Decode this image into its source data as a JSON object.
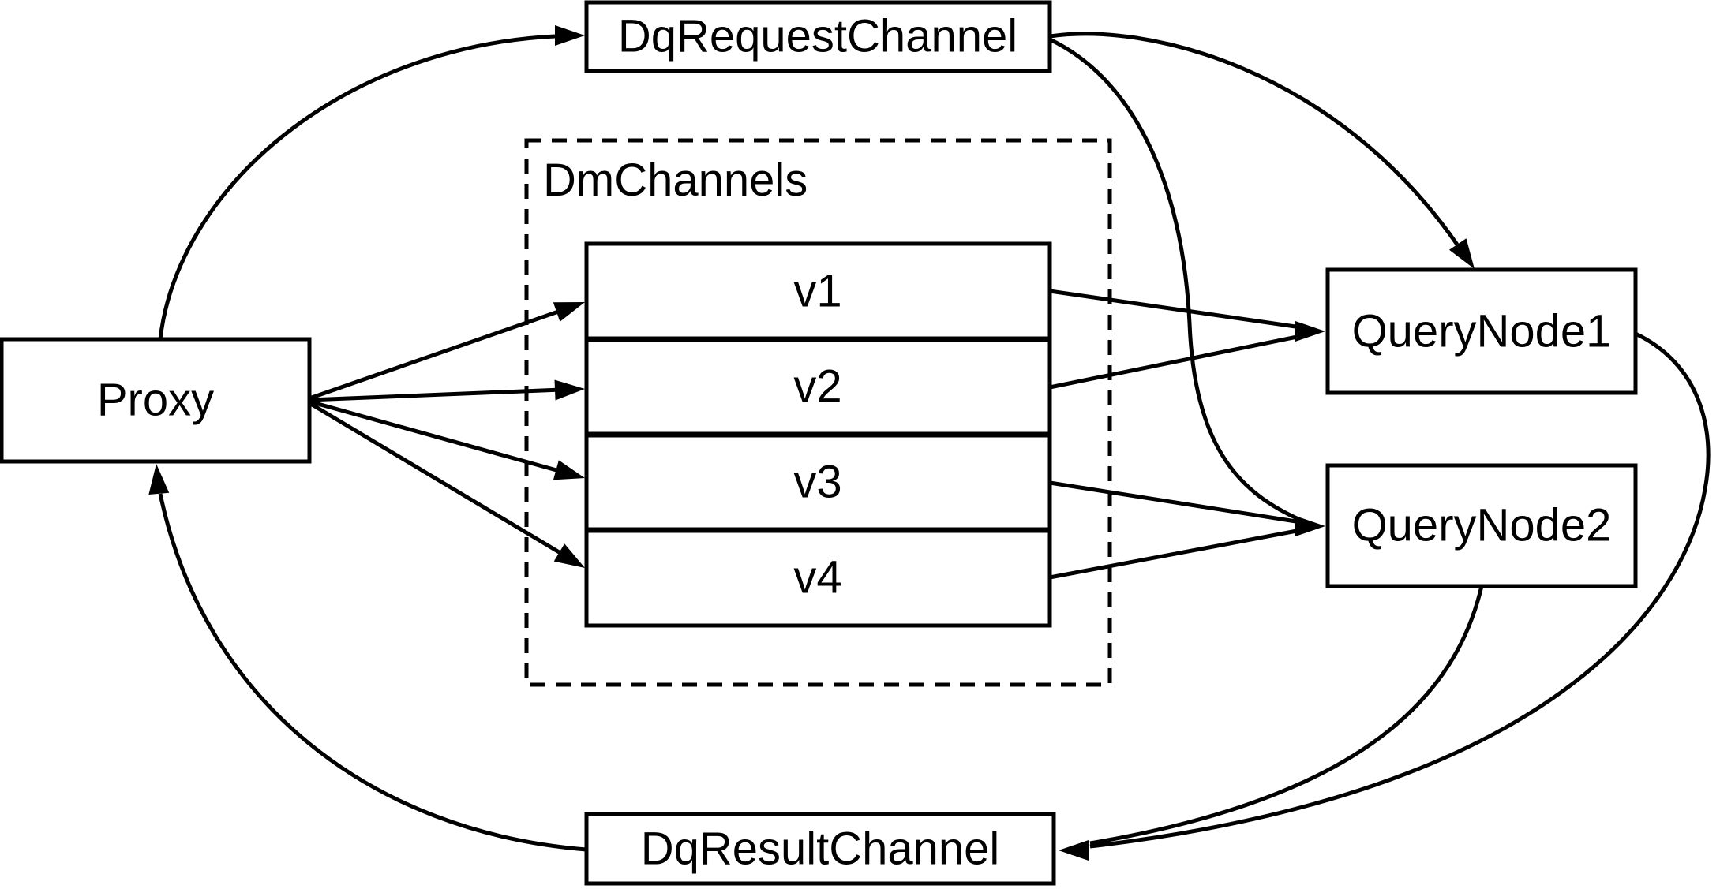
{
  "diagram": {
    "background_color": "#ffffff",
    "stroke_color": "#000000",
    "nodes": {
      "proxy": {
        "label": "Proxy"
      },
      "dq_request_channel": {
        "label": "DqRequestChannel"
      },
      "dm_channels_group": {
        "label": "DmChannels"
      },
      "channels": [
        {
          "label": "v1"
        },
        {
          "label": "v2"
        },
        {
          "label": "v3"
        },
        {
          "label": "v4"
        }
      ],
      "query_node_1": {
        "label": "QueryNode1"
      },
      "query_node_2": {
        "label": "QueryNode2"
      },
      "dq_result_channel": {
        "label": "DqResultChannel"
      }
    },
    "edges": [
      {
        "from": "Proxy",
        "to": "DqRequestChannel"
      },
      {
        "from": "Proxy",
        "to": "v1"
      },
      {
        "from": "Proxy",
        "to": "v2"
      },
      {
        "from": "Proxy",
        "to": "v3"
      },
      {
        "from": "Proxy",
        "to": "v4"
      },
      {
        "from": "v1",
        "to": "QueryNode1"
      },
      {
        "from": "v2",
        "to": "QueryNode1"
      },
      {
        "from": "v3",
        "to": "QueryNode2"
      },
      {
        "from": "v4",
        "to": "QueryNode2"
      },
      {
        "from": "DqRequestChannel",
        "to": "QueryNode1"
      },
      {
        "from": "DqRequestChannel",
        "to": "QueryNode2"
      },
      {
        "from": "QueryNode1",
        "to": "DqResultChannel"
      },
      {
        "from": "QueryNode2",
        "to": "DqResultChannel"
      },
      {
        "from": "DqResultChannel",
        "to": "Proxy"
      }
    ]
  }
}
